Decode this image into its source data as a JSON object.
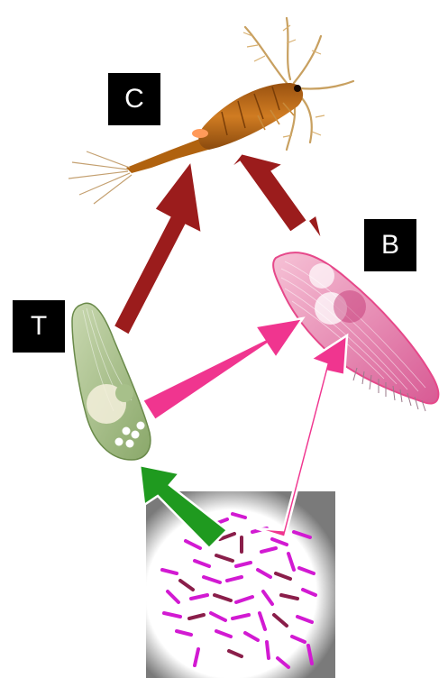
{
  "labels": {
    "copepod": "C",
    "ciliate_b": "B",
    "ciliate_t": "T"
  },
  "colors": {
    "arrow_dark_red": "#9b1c1c",
    "arrow_pink": "#f0358f",
    "arrow_green": "#1f9a1f",
    "label_bg": "#000000",
    "label_fg": "#ffffff",
    "copepod_body": "#c46a1a",
    "ciliate_t_body": "#a7c08a",
    "ciliate_b_body": "#e58ab0",
    "bacteria_magenta": "#d21ad2",
    "bacteria_dark": "#8a1e4a",
    "backdrop_gray": "#7a7a7a"
  },
  "icons": [
    "copepod-illustration",
    "ciliate-t-illustration",
    "ciliate-b-illustration",
    "bacteria-illustration"
  ]
}
